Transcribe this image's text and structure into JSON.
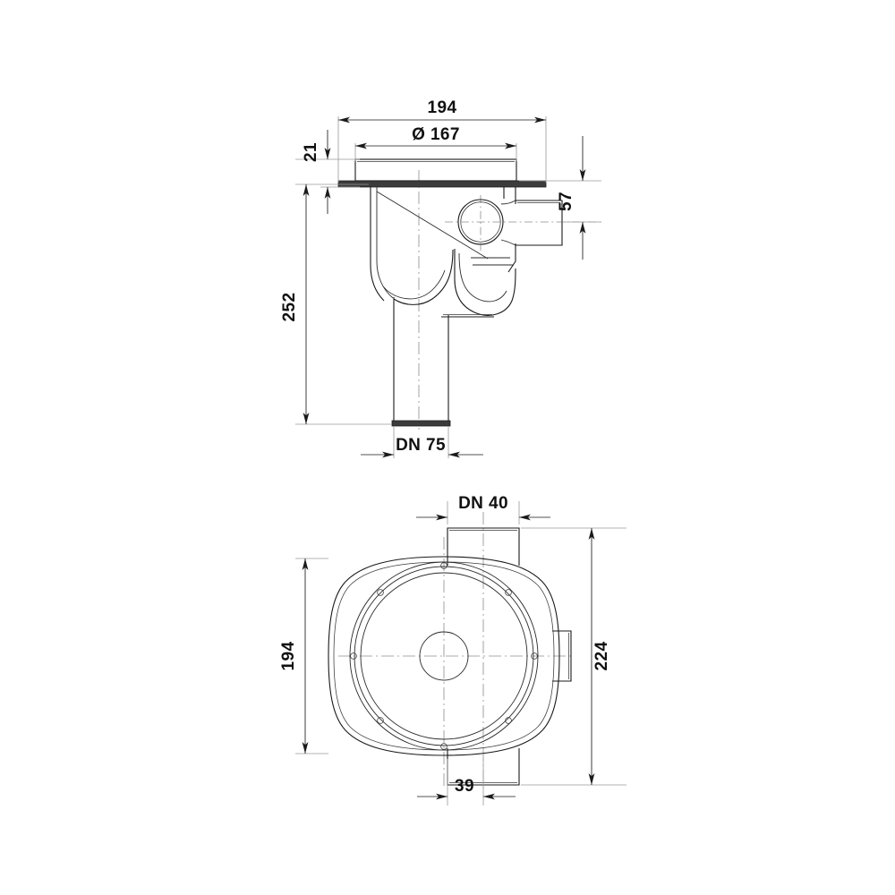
{
  "drawing": {
    "title": "Floor drain technical drawing",
    "type": "engineering-dimension-drawing",
    "units": "mm",
    "line_color": "#1a1a1a",
    "extension_line_color": "#9a9a9a",
    "center_line_color": "#8c8c8c",
    "background": "#ffffff",
    "views": [
      {
        "name": "side-section-view",
        "position": "top",
        "description": "Vertical section through floor drain body with odour trap and outlet"
      },
      {
        "name": "plan-view",
        "position": "bottom",
        "description": "Top view of rounded-square drain body with circular grate, bolt holes and two side connections"
      }
    ],
    "dimensions": {
      "side": {
        "overall_width": "194",
        "grate_diameter": "Ø 167",
        "flange_height": "21",
        "outlet_center_height": "57",
        "overall_height": "252",
        "bottom_outlet": "DN 75"
      },
      "plan": {
        "top_connection": "DN 40",
        "body_width": "194",
        "overall_depth": "224",
        "connection_width": "39"
      }
    }
  }
}
